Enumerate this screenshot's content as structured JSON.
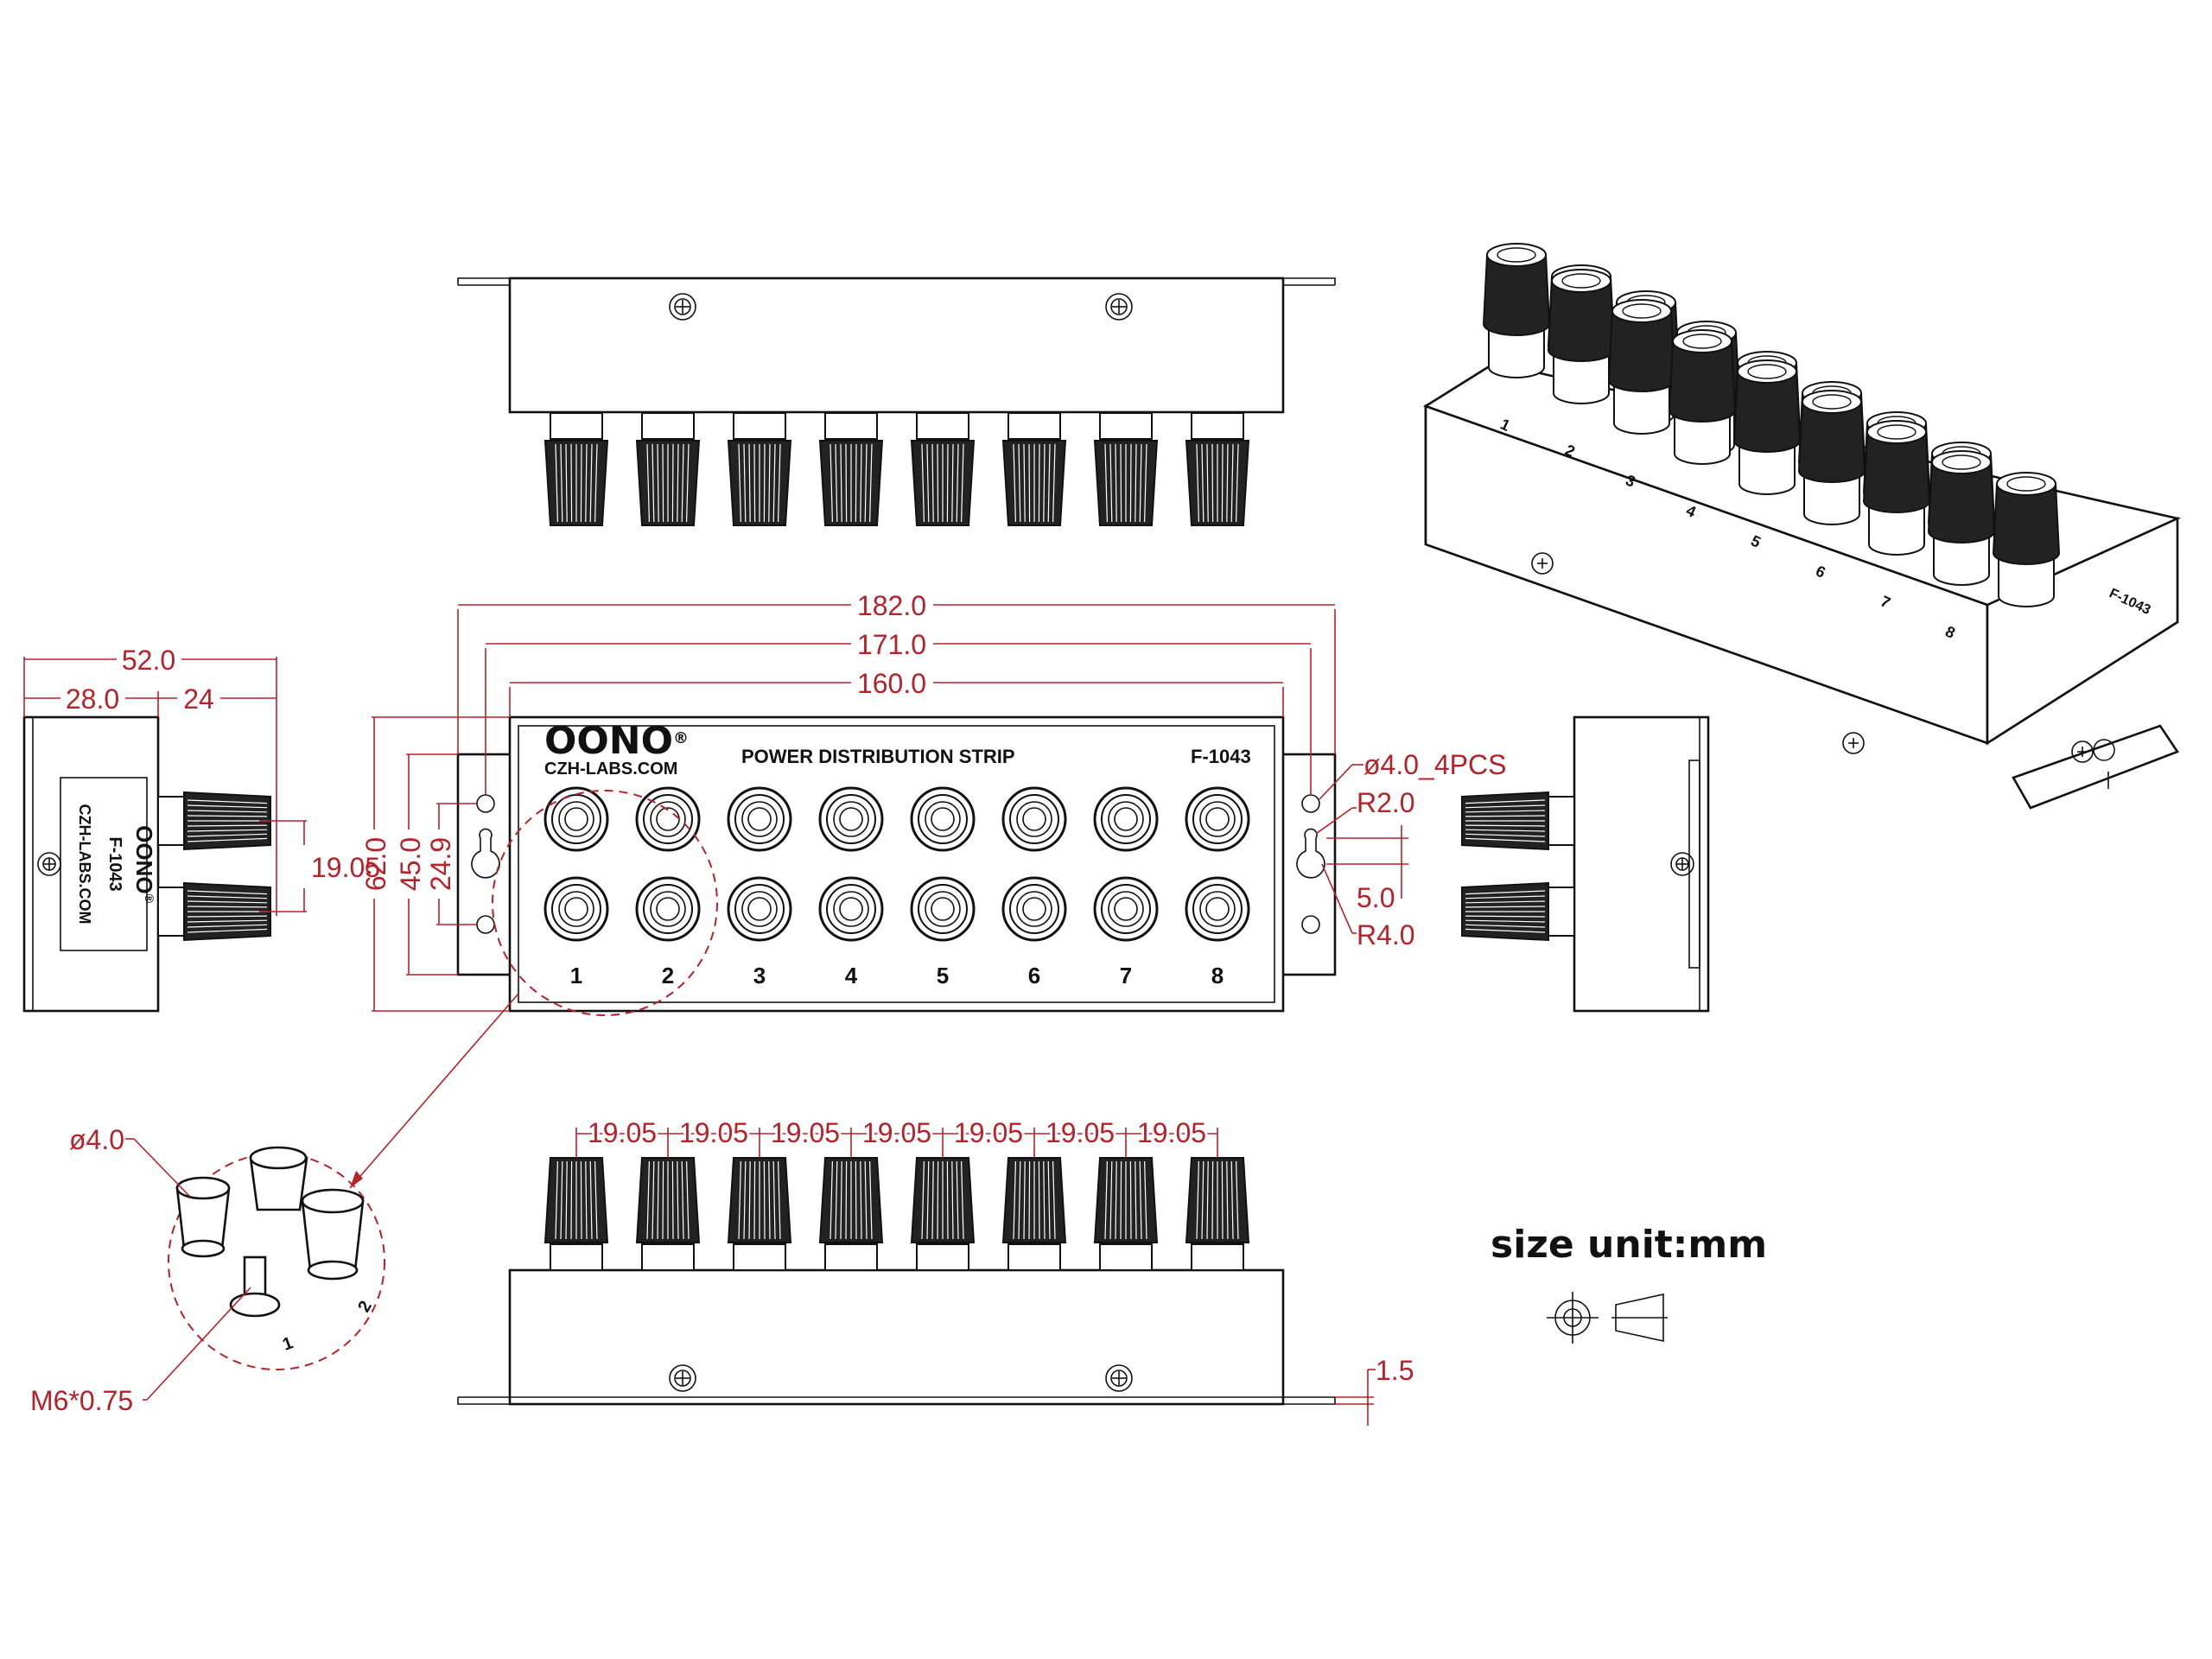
{
  "brand": {
    "logo": "OONO",
    "registered_mark": "®",
    "website": "CZH-LABS.COM"
  },
  "product": {
    "title": "POWER DISTRIBUTION STRIP",
    "model": "F-1043"
  },
  "terminal_numbers": [
    "1",
    "2",
    "3",
    "4",
    "5",
    "6",
    "7",
    "8"
  ],
  "dimensions": {
    "overall_length": "182.0",
    "mount_hole_span": "171.0",
    "body_length": "160.0",
    "overall_height": "62.0",
    "inner_height": "45.0",
    "hole_spacing_vertical": "24.9",
    "depth_total": "52.0",
    "depth_body": "28.0",
    "post_height": "24",
    "row_pitch": "19.05",
    "column_pitch": [
      "19.05",
      "19.05",
      "19.05",
      "19.05",
      "19.05",
      "19.05",
      "19.05"
    ],
    "mount_holes": "ø4.0_4PCS",
    "keyhole_radius_small": "R2.0",
    "keyhole_offset": "5.0",
    "keyhole_radius_large": "R4.0",
    "detail_hole": "ø4.0",
    "detail_thread": "M6*0.75",
    "flange_thickness": "1.5"
  },
  "detail_labels": [
    "1",
    "2"
  ],
  "unit_note": "size unit:mm",
  "colors": {
    "dimension": "#b5222a",
    "outline": "#111111"
  }
}
